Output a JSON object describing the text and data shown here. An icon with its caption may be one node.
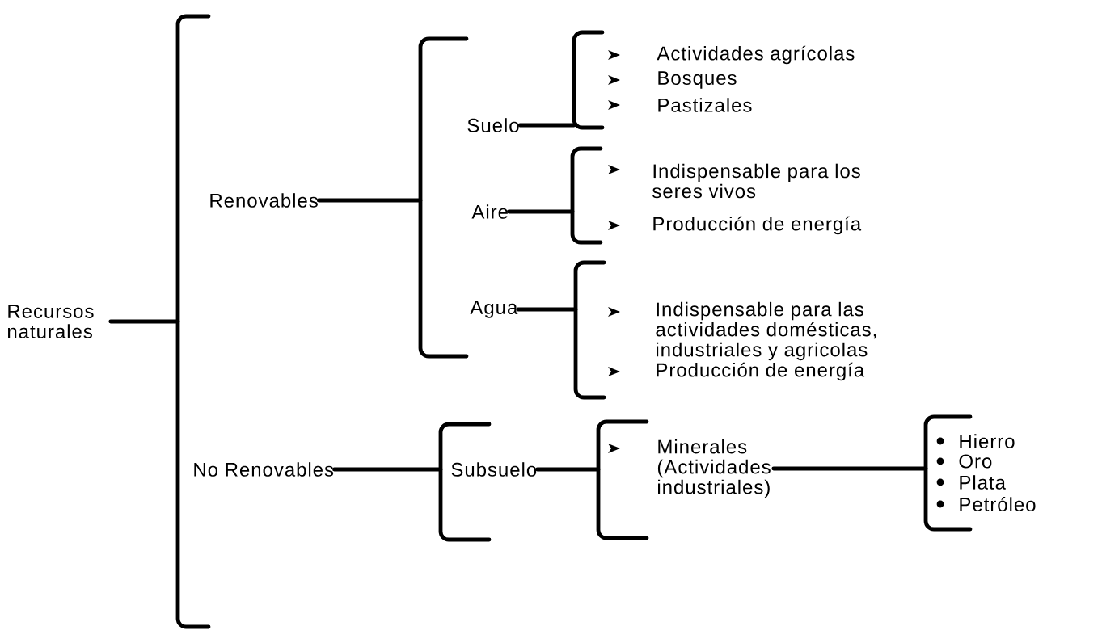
{
  "diagram": {
    "nodes": [
      {
        "text": [
          "Recursos naturales"
        ]
      },
      {
        "text": [],
        "shape": "bracket"
      },
      {
        "text": [
          "Renovables"
        ]
      },
      {
        "text": [],
        "shape": "bracket"
      },
      {
        "text": [
          "Suelo"
        ]
      },
      {
        "text": [],
        "shape": "bracket"
      },
      {
        "text": [
          "Actividades agrícolas"
        ]
      },
      {
        "text": [
          "Bosques"
        ]
      },
      {
        "text": [
          "Pastizales"
        ]
      },
      {
        "text": [
          "Aire"
        ]
      },
      {
        "text": [],
        "shape": "bracket"
      },
      {
        "text": [
          "Indispensable para los seres vivos"
        ]
      },
      {
        "text": [
          "Producción de energía"
        ]
      },
      {
        "text": [
          "Agua"
        ]
      },
      {
        "text": [],
        "shape": "bracket"
      },
      {
        "text": [
          "Indispensable para las actividades domésticas, industriales y agricolas"
        ]
      },
      {
        "text": [
          "Producción de energía"
        ]
      },
      {
        "text": [
          "No Renovables"
        ]
      },
      {
        "text": [],
        "shape": "bracket"
      },
      {
        "text": [
          "Subsuelo"
        ]
      },
      {
        "text": [],
        "shape": "bracket"
      },
      {
        "text": [
          "Minerales (Actividades industriales)"
        ]
      },
      {
        "text": [],
        "shape": "bracket"
      },
      {
        "text": [
          "Hierro"
        ]
      },
      {
        "text": [
          "Oro"
        ]
      },
      {
        "text": [
          "Plata"
        ]
      },
      {
        "text": [
          "Petróleo"
        ]
      }
    ],
    "edges": [
      {
        "from": 0,
        "to": 1,
        "arrow": "none"
      },
      {
        "from": 2,
        "to": 3,
        "arrow": "none"
      },
      {
        "from": 4,
        "to": 5,
        "arrow": "none"
      },
      {
        "from": 9,
        "to": 10,
        "arrow": "none"
      },
      {
        "from": 13,
        "to": 14,
        "arrow": "none"
      },
      {
        "from": 17,
        "to": 18,
        "arrow": "none"
      },
      {
        "from": 19,
        "to": 20,
        "arrow": "none"
      },
      {
        "from": 21,
        "to": 22,
        "arrow": "none"
      }
    ]
  }
}
